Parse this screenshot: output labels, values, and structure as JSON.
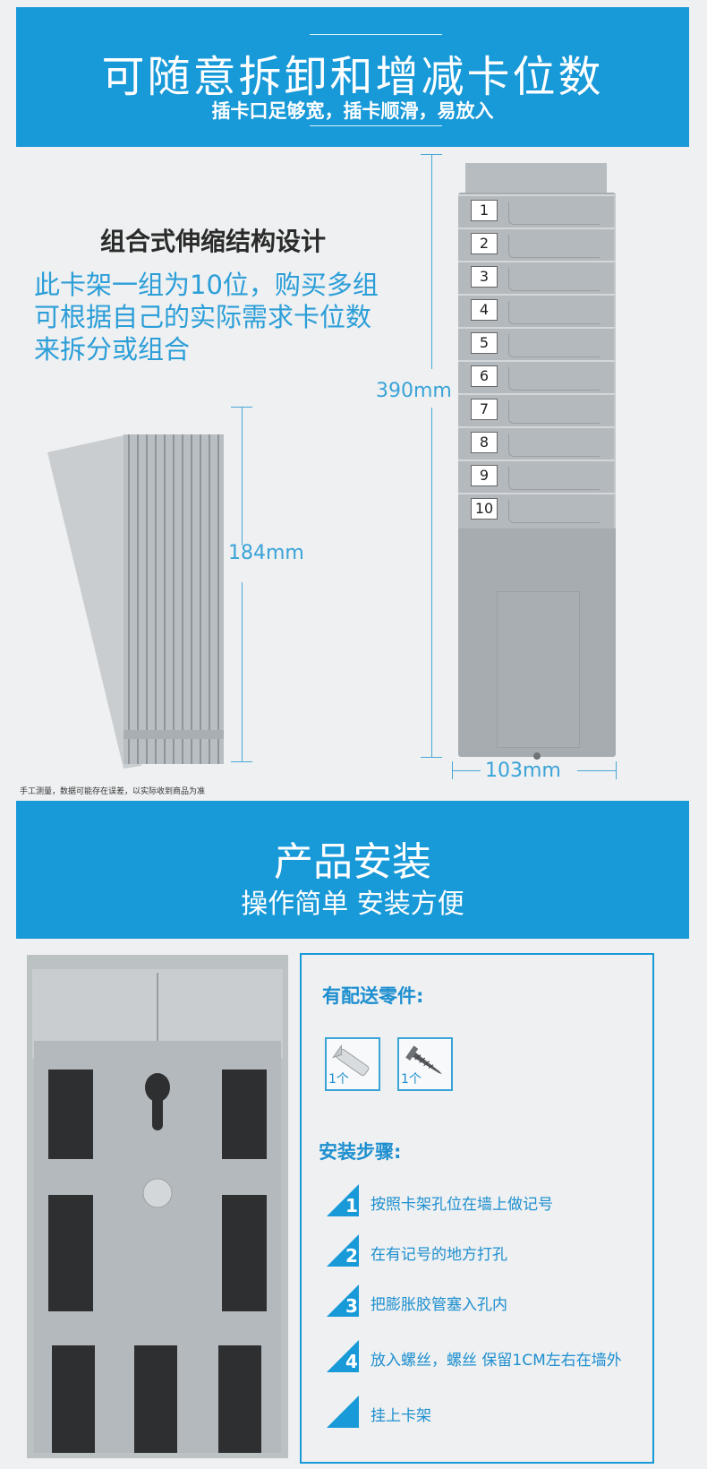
{
  "banner_top": {
    "title": "可随意拆卸和增减卡位数",
    "subtitle": "插卡口足够宽，插卡顺滑，易放入"
  },
  "feature": {
    "heading": "组合式伸缩结构设计",
    "desc_lines": [
      "此卡架一组为10位，购买多组",
      "可根据自己的实际需求卡位数",
      "来拆分或组合"
    ]
  },
  "dimensions": {
    "height": "390mm",
    "depth": "184mm",
    "width": "103mm"
  },
  "slot_numbers": [
    "1",
    "2",
    "3",
    "4",
    "5",
    "6",
    "7",
    "8",
    "9",
    "10"
  ],
  "note": "手工测量，数据可能存在误差，以实际收到商品为准",
  "banner_install": {
    "title": "产品安装",
    "subtitle": "操作简单 安装方便"
  },
  "install": {
    "parts_label": "有配送零件:",
    "parts": [
      {
        "icon": "wall-anchor-icon",
        "qty": "1个"
      },
      {
        "icon": "screw-icon",
        "qty": "1个"
      }
    ],
    "steps_label": "安装步骤:",
    "steps": [
      {
        "num": "1",
        "text": "按照卡架孔位在墙上做记号"
      },
      {
        "num": "2",
        "text": "在有记号的地方打孔"
      },
      {
        "num": "3",
        "text": "把膨胀胶管塞入孔内"
      },
      {
        "num": "4",
        "text": "放入螺丝，螺丝 保留1CM左右在墙外"
      },
      {
        "num": "",
        "text": "挂上卡架"
      }
    ]
  },
  "colors": {
    "brand_blue": "#1899d8",
    "text_blue": "#2c9ed8",
    "rack_grey": "#a7acb0"
  }
}
